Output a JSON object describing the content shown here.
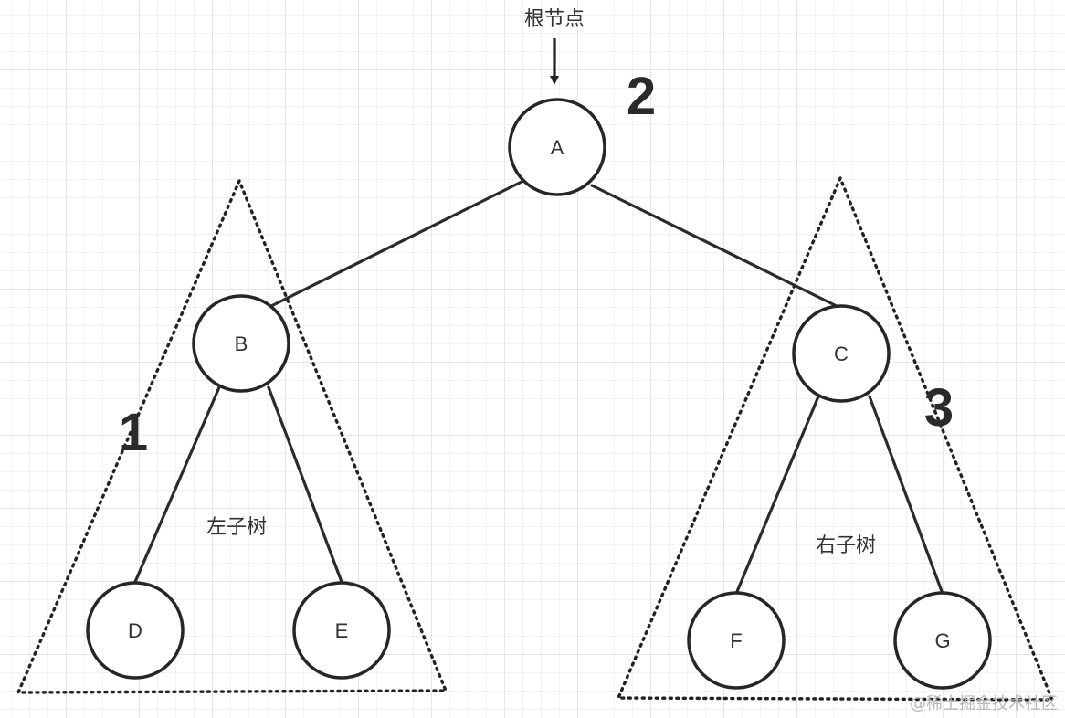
{
  "root_label": "根节点",
  "nodes": {
    "A": "A",
    "B": "B",
    "C": "C",
    "D": "D",
    "E": "E",
    "F": "F",
    "G": "G"
  },
  "subtree_numbers": {
    "left": "1",
    "root": "2",
    "right": "3"
  },
  "captions": {
    "left_subtree": "左子树",
    "right_subtree": "右子树"
  },
  "watermark": "@稀土掘金技术社区"
}
